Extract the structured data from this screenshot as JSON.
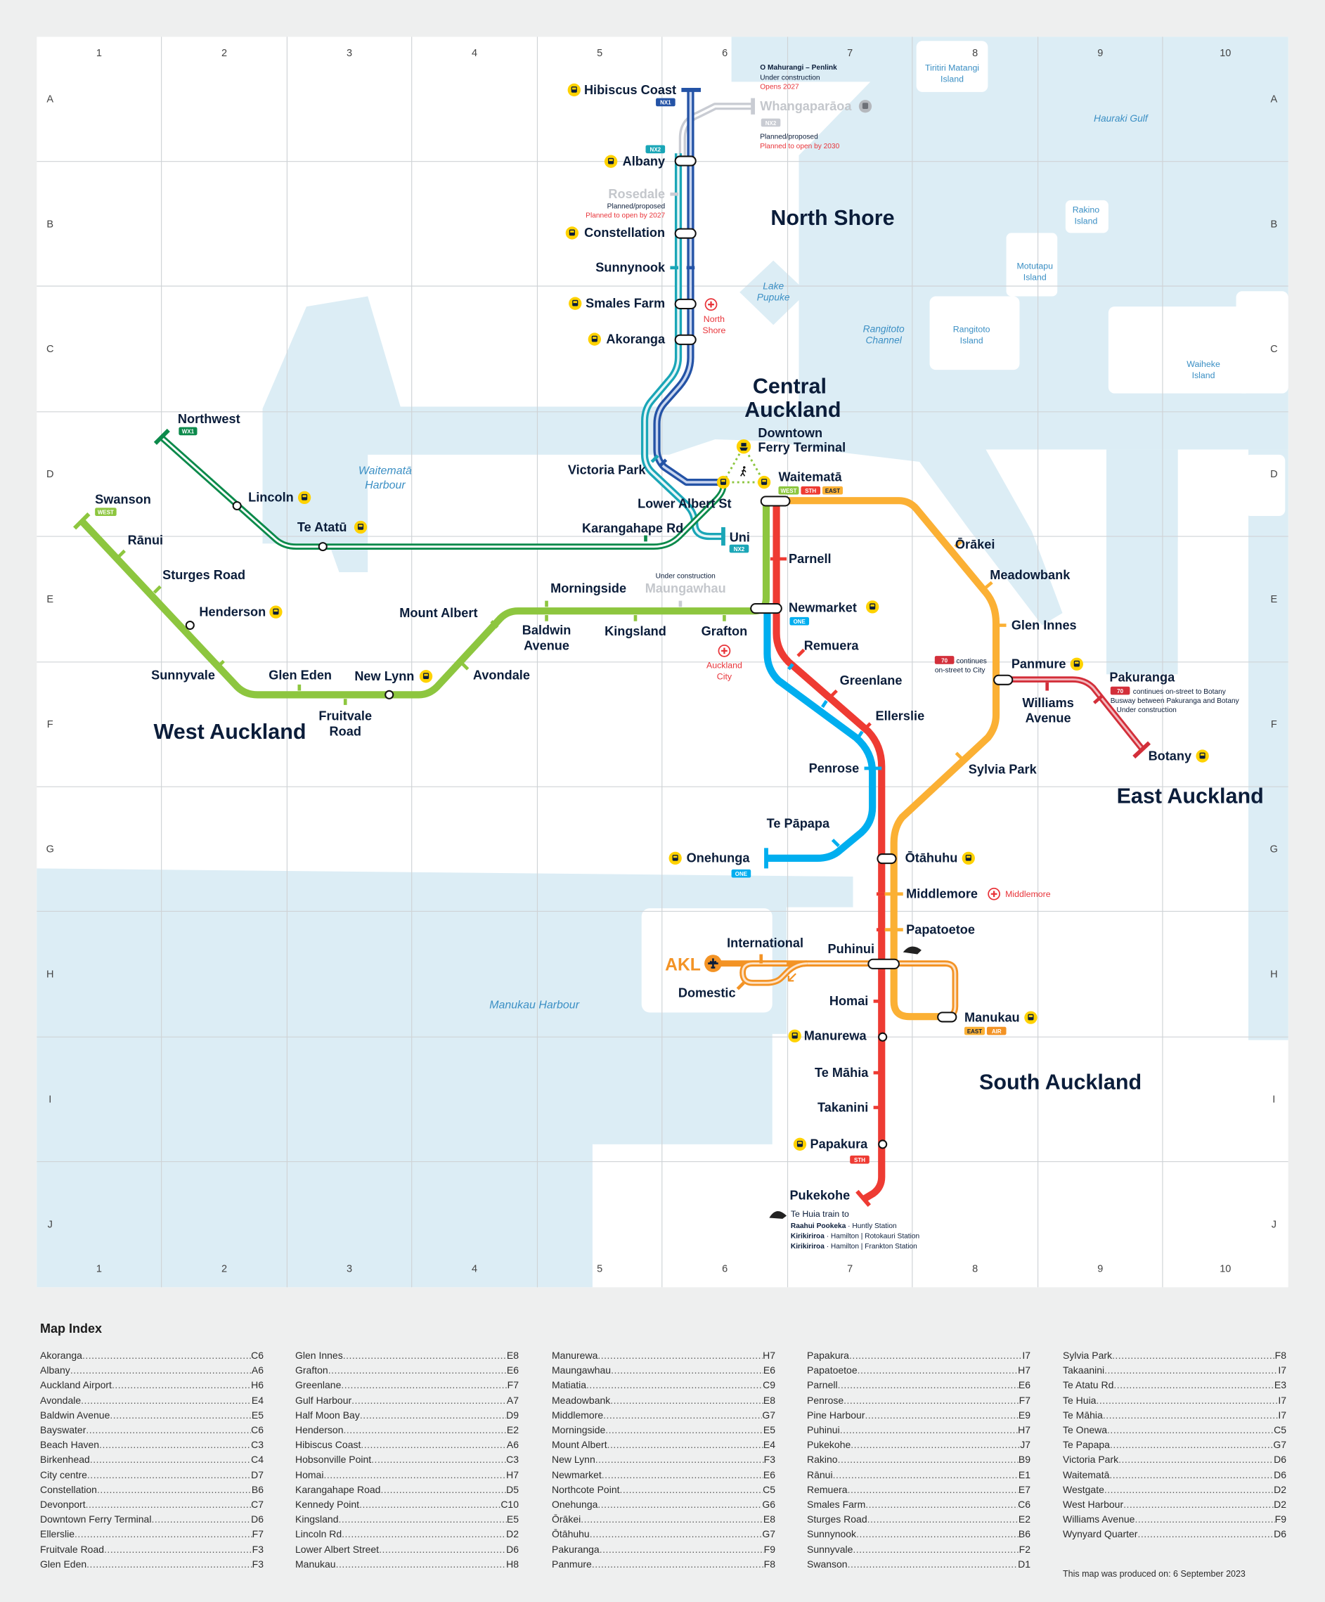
{
  "grid": {
    "columns": [
      "1",
      "2",
      "3",
      "4",
      "5",
      "6",
      "7",
      "8",
      "9",
      "10"
    ],
    "rows": [
      "A",
      "B",
      "C",
      "D",
      "E",
      "F",
      "G",
      "H",
      "I",
      "J"
    ]
  },
  "regions": {
    "north_shore": "North Shore",
    "central_1": "Central",
    "central_2": "Auckland",
    "west": "West Auckland",
    "east": "East Auckland",
    "south": "South Auckland"
  },
  "water": {
    "hauraki_gulf": "Hauraki Gulf",
    "tiritiri_1": "Tiritiri Matangi",
    "tiritiri_2": "Island",
    "rakino_1": "Rakino",
    "rakino_2": "Island",
    "motutapu_1": "Motutapu",
    "motutapu_2": "Island",
    "rangitoto_1": "Rangitoto",
    "rangitoto_2": "Island",
    "channel_1": "Rangitoto",
    "channel_2": "Channel",
    "pupuke_1": "Lake",
    "pupuke_2": "Pupuke",
    "waiheke_1": "Waiheke",
    "waiheke_2": "Island",
    "waitemata_1": "Waitematā",
    "waitemata_2": "Harbour",
    "manukau": "Manukau Harbour"
  },
  "stations": {
    "hibiscus_coast": "Hibiscus Coast",
    "whangaparaoa": "Whangaparāoa",
    "albany": "Albany",
    "rosedale": "Rosedale",
    "constellation": "Constellation",
    "sunnynook": "Sunnynook",
    "smales_farm": "Smales Farm",
    "akoranga": "Akoranga",
    "victoria_park": "Victoria Park",
    "lower_albert": "Lower Albert St",
    "karangahape": "Karangahape Rd",
    "uni": "Uni",
    "ferry_1": "Downtown",
    "ferry_2": "Ferry Terminal",
    "waitemata": "Waitematā",
    "northwest": "Northwest",
    "lincoln": "Lincoln",
    "te_atatu": "Te Atatū",
    "swanson": "Swanson",
    "ranui": "Rānui",
    "sturges": "Sturges Road",
    "henderson": "Henderson",
    "sunnyvale": "Sunnyvale",
    "glen_eden": "Glen Eden",
    "fruitvale_1": "Fruitvale",
    "fruitvale_2": "Road",
    "new_lynn": "New Lynn",
    "avondale": "Avondale",
    "mount_albert": "Mount Albert",
    "baldwin_1": "Baldwin",
    "baldwin_2": "Avenue",
    "morningside": "Morningside",
    "maungawhau": "Maungawhau",
    "kingsland": "Kingsland",
    "grafton": "Grafton",
    "parnell": "Parnell",
    "newmarket": "Newmarket",
    "remuera": "Remuera",
    "greenlane": "Greenlane",
    "ellerslie": "Ellerslie",
    "penrose": "Penrose",
    "te_papapa": "Te Pāpapa",
    "onehunga": "Onehunga",
    "orakei": "Ōrākei",
    "meadowbank": "Meadowbank",
    "glen_innes": "Glen Innes",
    "panmure": "Panmure",
    "williams_1": "Williams",
    "williams_2": "Avenue",
    "pakuranga": "Pakuranga",
    "botany": "Botany",
    "sylvia_park": "Sylvia Park",
    "otahuhu": "Ōtāhuhu",
    "middlemore": "Middlemore",
    "papatoetoe": "Papatoetoe",
    "puhinui": "Puhinui",
    "international": "International",
    "domestic": "Domestic",
    "akl": "AKL",
    "homai": "Homai",
    "manukau": "Manukau",
    "manurewa": "Manurewa",
    "te_mahia": "Te Māhia",
    "takanini": "Takanini",
    "papakura": "Papakura",
    "pukekohe": "Pukekohe"
  },
  "badges": {
    "nx1": "NX1",
    "nx2": "NX2",
    "wx1": "WX1",
    "west": "WEST",
    "sth": "STH",
    "east": "EAST",
    "one": "ONE",
    "air": "AIR",
    "r70": "70"
  },
  "line_colors": {
    "nx1": "#2453a6",
    "nx2": "#1aa6b7",
    "northwest": "#0c8a4b",
    "west": "#8dc63f",
    "south": "#ee3b33",
    "east": "#fbb034",
    "onehunga": "#00aeef",
    "r70": "#d32f3a",
    "airport": "#f39325",
    "planned": "#c9ccd3"
  },
  "notes": {
    "penlink_1": "O Mahurangi – Penlink",
    "penlink_2": "Under construction",
    "penlink_3": "Opens 2027",
    "whanga_1": "Planned/proposed",
    "whanga_2": "Planned to open by 2030",
    "rosedale_1": "Planned/proposed",
    "rosedale_2": "Planned to open by 2027",
    "maungawhau": "Under construction",
    "panmure_70_1": "continues",
    "panmure_70_2": "on-street to City",
    "pakuranga_70": "continues on-street to Botany",
    "pakuranga_2": "Busway between Pakuranga and Botany",
    "pakuranga_3": "Under construction",
    "tehuia_1": "Te Huia train to",
    "tehuia_2a": "Raahui Pookeka",
    "tehuia_2b": " · Huntly Station",
    "tehuia_3a": "Kirikiriroa",
    "tehuia_3b": " · Hamilton | Rotokauri Station",
    "tehuia_4a": "Kirikiriroa",
    "tehuia_4b": " · Hamilton | Frankton Station"
  },
  "hospitals": {
    "north_shore_1": "North",
    "north_shore_2": "Shore",
    "auckland_1": "Auckland",
    "auckland_2": "City",
    "middlemore": "Middlemore"
  },
  "index": {
    "title": "Map Index",
    "columns": [
      [
        [
          "Akoranga",
          "C6"
        ],
        [
          "Albany",
          "A6"
        ],
        [
          "Auckland Airport",
          "H6"
        ],
        [
          "Avondale",
          "E4"
        ],
        [
          "Baldwin Avenue",
          "E5"
        ],
        [
          "Bayswater",
          "C6"
        ],
        [
          "Beach Haven",
          "C3"
        ],
        [
          "Birkenhead",
          "C4"
        ],
        [
          "City centre",
          "D7"
        ],
        [
          "Constellation",
          "B6"
        ],
        [
          "Devonport",
          "C7"
        ],
        [
          "Downtown Ferry Terminal",
          "D6"
        ],
        [
          "Ellerslie",
          "F7"
        ],
        [
          "Fruitvale Road",
          "F3"
        ],
        [
          "Glen Eden",
          "F3"
        ]
      ],
      [
        [
          "Glen Innes",
          "E8"
        ],
        [
          "Grafton",
          "E6"
        ],
        [
          "Greenlane",
          "F7"
        ],
        [
          "Gulf Harbour",
          "A7"
        ],
        [
          "Half Moon Bay",
          "D9"
        ],
        [
          "Henderson",
          "E2"
        ],
        [
          "Hibiscus Coast",
          "A6"
        ],
        [
          "Hobsonville Point",
          "C3"
        ],
        [
          "Homai",
          "H7"
        ],
        [
          "Karangahape Road",
          "D5"
        ],
        [
          "Kennedy Point",
          "C10"
        ],
        [
          "Kingsland",
          "E5"
        ],
        [
          "Lincoln Rd",
          "D2"
        ],
        [
          "Lower Albert Street",
          "D6"
        ],
        [
          "Manukau",
          "H8"
        ]
      ],
      [
        [
          "Manurewa",
          "H7"
        ],
        [
          "Maungawhau",
          "E6"
        ],
        [
          "Matiatia",
          "C9"
        ],
        [
          "Meadowbank",
          "E8"
        ],
        [
          "Middlemore",
          "G7"
        ],
        [
          "Morningside",
          "E5"
        ],
        [
          "Mount Albert",
          "E4"
        ],
        [
          "New Lynn",
          "F3"
        ],
        [
          "Newmarket",
          "E6"
        ],
        [
          "Northcote Point",
          "C5"
        ],
        [
          "Onehunga",
          "G6"
        ],
        [
          "Ōrākei",
          "E8"
        ],
        [
          "Ōtāhuhu",
          "G7"
        ],
        [
          "Pakuranga",
          "F9"
        ],
        [
          "Panmure",
          "F8"
        ]
      ],
      [
        [
          "Papakura",
          "I7"
        ],
        [
          "Papatoetoe",
          "H7"
        ],
        [
          "Parnell",
          "E6"
        ],
        [
          "Penrose",
          "F7"
        ],
        [
          "Pine Harbour",
          "E9"
        ],
        [
          "Puhinui",
          "H7"
        ],
        [
          "Pukekohe",
          "J7"
        ],
        [
          "Rakino",
          "B9"
        ],
        [
          "Rānui",
          "E1"
        ],
        [
          "Remuera",
          "E7"
        ],
        [
          "Smales Farm",
          "C6"
        ],
        [
          "Sturges Road",
          "E2"
        ],
        [
          "Sunnynook",
          "B6"
        ],
        [
          "Sunnyvale",
          "F2"
        ],
        [
          "Swanson",
          "D1"
        ]
      ],
      [
        [
          "Sylvia Park",
          "F8"
        ],
        [
          "Takaanini",
          "I7"
        ],
        [
          "Te Atatu Rd",
          "E3"
        ],
        [
          "Te Huia",
          "I7"
        ],
        [
          "Te Māhia",
          "I7"
        ],
        [
          "Te Onewa",
          "C5"
        ],
        [
          "Te Papapa",
          "G7"
        ],
        [
          "Victoria Park",
          "D6"
        ],
        [
          "Waitematā",
          "D6"
        ],
        [
          "Westgate",
          "D2"
        ],
        [
          "West Harbour",
          "D2"
        ],
        [
          "Williams Avenue",
          "F9"
        ],
        [
          "Wynyard Quarter",
          "D6"
        ]
      ]
    ],
    "produced": "This map was produced on: 6 September 2023"
  }
}
